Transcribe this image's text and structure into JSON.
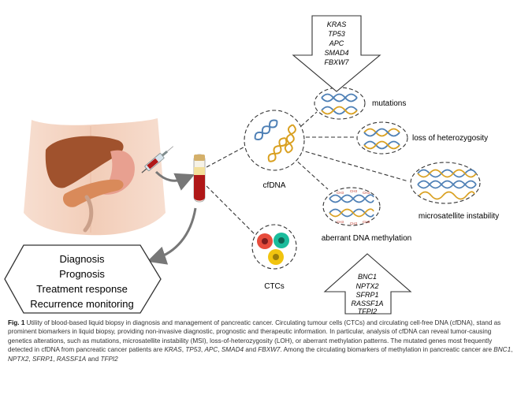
{
  "diagnosis_box": {
    "lines": [
      "Diagnosis",
      "Prognosis",
      "Treatment response",
      "Recurrence monitoring"
    ]
  },
  "labels": {
    "cfdna": "cfDNA",
    "ctcs": "CTCs",
    "mutations": "mutations",
    "loh": "loss of heterozygosity",
    "msi": "microsatellite instability",
    "methylation": "aberrant DNA methylation"
  },
  "mutation_genes": [
    "KRAS",
    "TP53",
    "APC",
    "SMAD4",
    "FBXW7"
  ],
  "methylation_genes": [
    "BNC1",
    "NPTX2",
    "SFRP1",
    "RASSF1A",
    "TFPI2"
  ],
  "methyl_marks": [
    "CH3",
    "CH3",
    "CH3",
    "CH3",
    "CH3",
    "CH3"
  ],
  "caption": {
    "fig_label": "Fig. 1",
    "p1": "Utility of blood-based liquid biopsy in diagnosis and management of pancreatic cancer. Circulating tumour cells (CTCs) and circulating cell-free DNA (cfDNA), stand as prominent biomarkers in liquid biopsy, providing non-invasive diagnostic, prognostic and therapeutic information. In particular, analysis of cfDNA can reveal tumor-causing genetics alterations, such as mutations, microsatellite instability (MSI), loss-of-heterozygosity (LOH), or aberrant methylation patterns. The mutated genes most frequently detected in cfDNA from pancreatic cancer patients are",
    "g1": "KRAS",
    "s1": ",",
    "g2": "TP53",
    "s2": ",",
    "g3": "APC",
    "s3": ",",
    "g4": "SMAD4",
    "s4": " and",
    "g5": "FBXW7",
    "s5": ". Among the circulating biomarkers of methylation in pancreatic cancer are",
    "m1": "BNC1",
    "t1": ",",
    "m2": "NPTX2",
    "t2": ",",
    "m3": "SFRP1",
    "t3": ",",
    "m4": "RASSF1A",
    "t4": " and",
    "m5": "TFPI2"
  },
  "colors": {
    "skin": "#f2cdb8",
    "liver": "#a0522d",
    "pancreas": "#d98a5a",
    "blood": "#b01818",
    "dna_blue": "#4d7fb5",
    "dna_orange": "#d9a020",
    "ctc_red": "#c0392b",
    "ctc_teal": "#16a085",
    "ctc_yellow": "#f1c40f"
  }
}
